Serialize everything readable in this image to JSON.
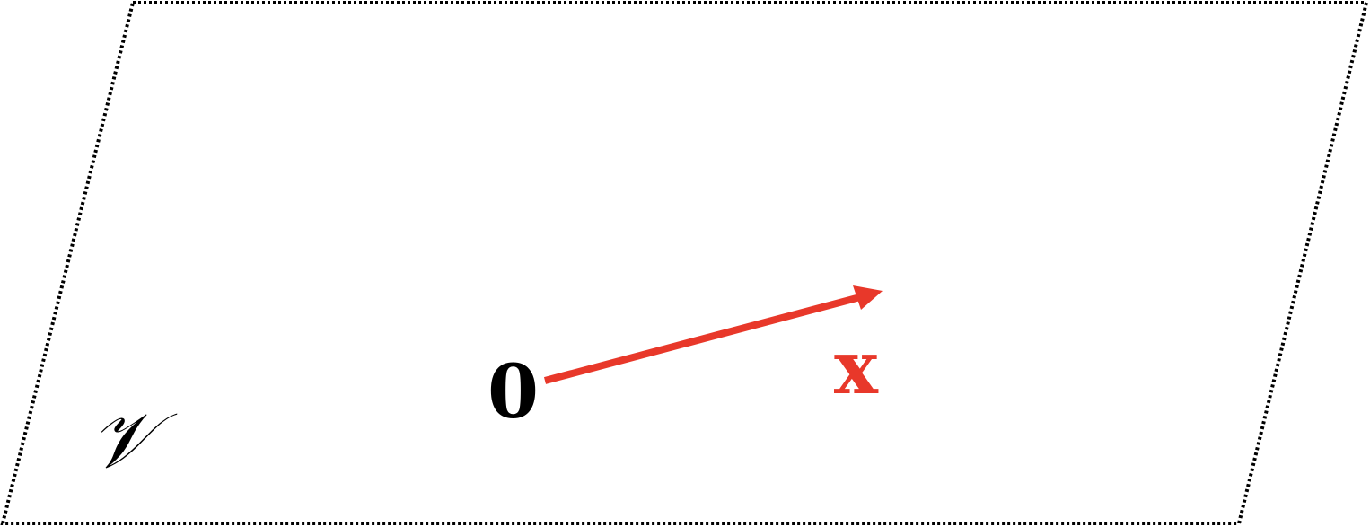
{
  "diagram": {
    "space_label": "𝒱",
    "origin_label": "0",
    "vector_label": "x",
    "colors": {
      "plane_border": "#000000",
      "vector": "#e8382a",
      "text": "#000000"
    }
  }
}
